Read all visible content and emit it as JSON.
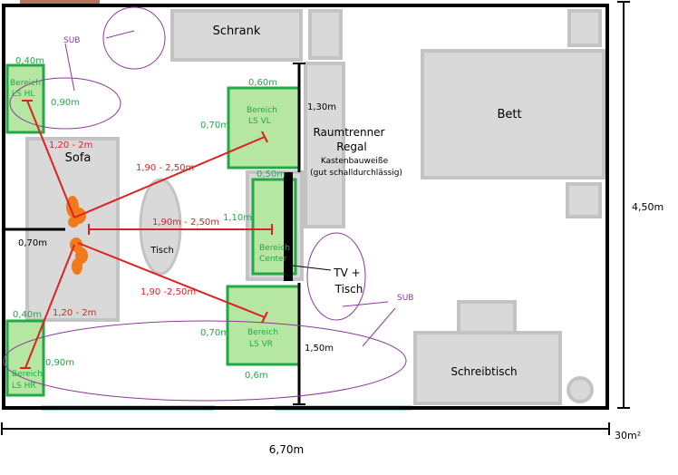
{
  "labels": {
    "schrank": "Schrank",
    "bett": "Bett",
    "sofa": "Sofa",
    "tisch": "Tisch",
    "schreibtisch": "Schreibtisch",
    "raumtrenner_1": "Raumtrenner",
    "raumtrenner_2": "Regal",
    "raumtrenner_3": "Kastenbauweiße",
    "raumtrenner_4": "(gut schalldurchlässig)",
    "tv_1": "TV +",
    "tv_2": "Tisch",
    "sub_top": "SUB",
    "sub_right": "SUB"
  },
  "zones": {
    "hl_1": "Bereich",
    "hl_2": "LS HL",
    "vl_1": "Bereich",
    "vl_2": "LS VL",
    "center_1": "Bereich",
    "center_2": "Center",
    "vr_1": "Bereich",
    "vr_2": "LS VR",
    "hr_1": "Bereich",
    "hr_2": "LS HR"
  },
  "measures": {
    "hl_width": "0,40m",
    "hl_height": "0,90m",
    "hl_dist": "1,20 - 2m",
    "vl_width": "0,60m",
    "vl_height": "0,70m",
    "vl_dist": "1,90 - 2,50m",
    "center_width": "0,50m",
    "center_height": "1,10m",
    "center_dist": "1,90m - 2,50m",
    "vr_height": "0,70m",
    "vr_width": "0,6m",
    "vr_dist": "1,90 -2,50m",
    "hr_width": "0,40m",
    "hr_height": "0,90m",
    "hr_dist": "1,20 - 2m",
    "divider_height": "1,30m",
    "wall_right": "1,50m",
    "sofa_offset": "0,70m",
    "room_width": "6,70m",
    "room_height": "4,50m",
    "area": "30m²"
  },
  "colors": {
    "wall": "#000000",
    "furniture_fill": "#d9d9d9",
    "furniture_stroke": "#c3c3c3",
    "zone_fill": "#b5e6a2",
    "zone_stroke": "#22a846",
    "zone_text": "#22a846",
    "line_red": "#e02020",
    "sub_purple": "#8b3a9b",
    "listener_orange": "#f07a1c",
    "window_blue": "#a6d8e6"
  }
}
